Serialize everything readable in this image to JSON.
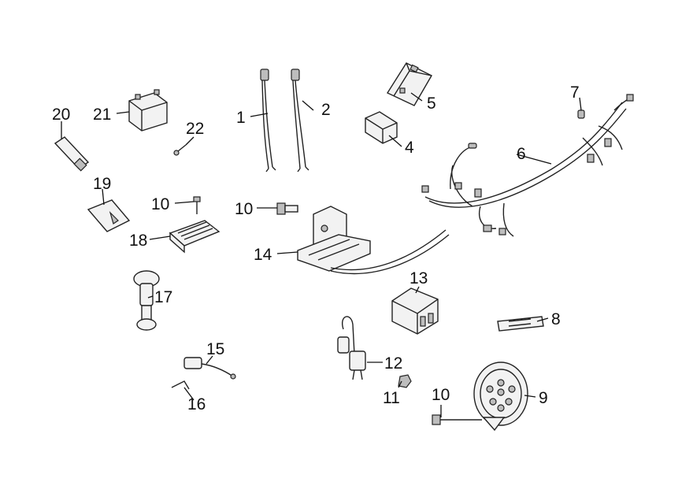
{
  "diagram": {
    "callouts": {
      "c1": "1",
      "c2": "2",
      "c4": "4",
      "c5": "5",
      "c6": "6",
      "c7": "7",
      "c8": "8",
      "c9": "9",
      "c10a": "10",
      "c10b": "10",
      "c10c": "10",
      "c11": "11",
      "c12": "12",
      "c13": "13",
      "c14": "14",
      "c15": "15",
      "c16": "16",
      "c17": "17",
      "c18": "18",
      "c19": "19",
      "c20": "20",
      "c21": "21",
      "c22": "22"
    }
  }
}
